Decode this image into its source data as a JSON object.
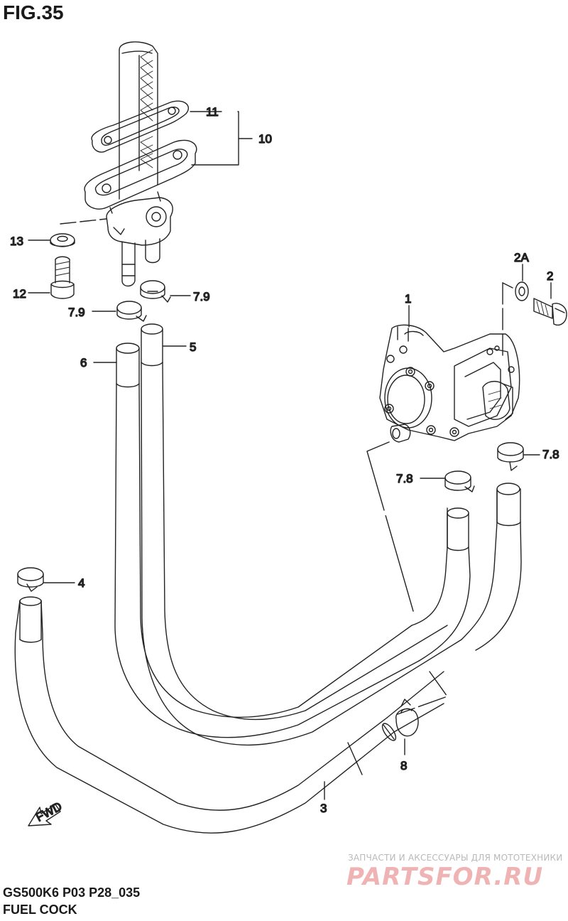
{
  "figure": {
    "title": "FIG.35"
  },
  "footer": {
    "model_code": "GS500K6 P03 P28_035",
    "name": "FUEL COCK"
  },
  "watermark": {
    "tagline": "ЗАПЧАСТИ И АКСЕССУАРЫ ДЛЯ МОТОТЕХНИКИ",
    "logo": "PARTSFOR.RU"
  },
  "direction_arrow": {
    "label": "FWD"
  },
  "callouts": {
    "part_1": "1",
    "part_2": "2",
    "part_2A": "2A",
    "part_3": "3",
    "part_4": "4",
    "part_5": "5",
    "part_6": "6",
    "part_7_8_right": "7.8",
    "part_7_8_left": "7.8",
    "part_7_9_right": "7.9",
    "part_7_9_left": "7.9",
    "part_8": "8",
    "part_10": "10",
    "part_11": "11",
    "part_12": "12",
    "part_13": "13"
  },
  "colors": {
    "line": "#222222",
    "background": "#ffffff",
    "watermark_logo": "#f0b3b3",
    "watermark_text": "#b9b9b9"
  }
}
